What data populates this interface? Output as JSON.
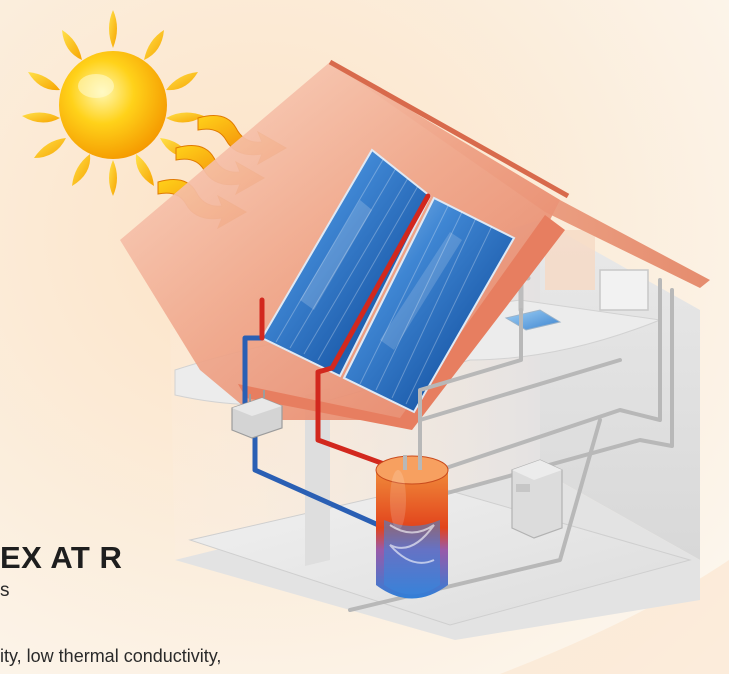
{
  "caption": {
    "title": "EX AT R",
    "subtitle": "s",
    "body_text": "ity, low thermal conductivity,"
  },
  "colors": {
    "sun": "#ffb400",
    "heat_arrows": "#f07d00",
    "roof": "#e8876a",
    "panel": "#2a6fc4",
    "hot_pipe": "#d2281e",
    "cold_pipe": "#2a5fb4",
    "tank_hot": "#e8501e",
    "tank_cold": "#2f7fd8",
    "house_walls": "#d7d7d7"
  },
  "icons": [
    "sun-icon",
    "heat-arrow-icon",
    "solar-panel-icon",
    "water-tank-icon",
    "control-unit-icon",
    "boiler-icon",
    "faucet-icon"
  ]
}
